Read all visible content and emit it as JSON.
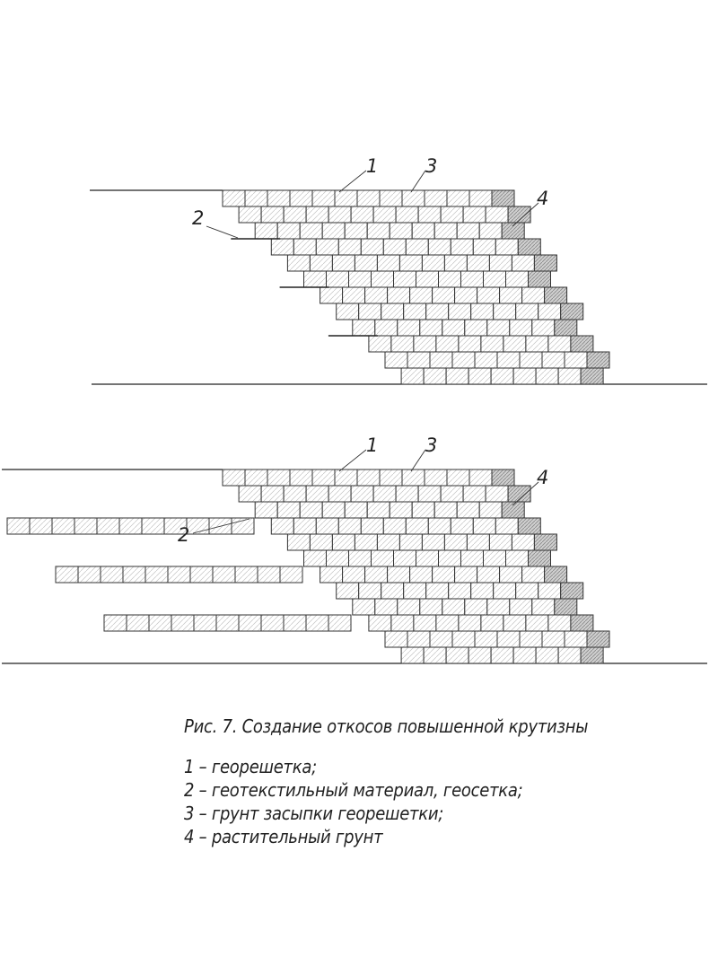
{
  "figure": {
    "title": "Рис. 7. Создание откосов повышенной крутизны",
    "legend": [
      "1 – георешетка;",
      "2 – геотекстильный материал, геосетка;",
      "3 – грунт засыпки георешетки;",
      "4 – растительный грунт"
    ],
    "callouts": {
      "geogrid": "1",
      "geotextile": "2",
      "backfill": "3",
      "topsoil": "4"
    }
  }
}
